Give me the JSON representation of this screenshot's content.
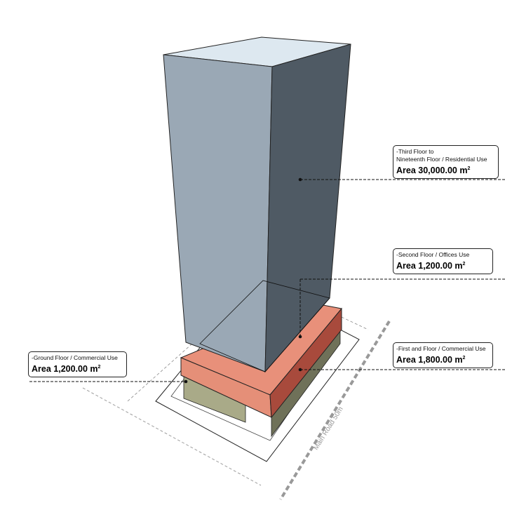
{
  "callouts": [
    {
      "id": "residential",
      "line1": "-Third Floor to",
      "line2": "Nineteenth Floor / Residential Use",
      "area_label": "Area 30,000.00 m",
      "unit_sup": "2"
    },
    {
      "id": "offices",
      "line1": "-Second Floor / Offices Use",
      "area_label": "Area 1,200.00 m",
      "unit_sup": "2"
    },
    {
      "id": "first-floor",
      "line1": "-First and Floor / Commercial Use",
      "area_label": "Area 1,800.00 m",
      "unit_sup": "2"
    },
    {
      "id": "ground-floor",
      "line1": "-Ground Floor / Commercial Use",
      "area_label": "Area 1,200.00 m",
      "unit_sup": "2"
    }
  ],
  "roads": {
    "main": "Main Road 50m"
  },
  "colors": {
    "tower_top": "#dde8f0",
    "tower_left": "#9aa8b5",
    "tower_right": "#4f5a64",
    "podium_top": "#e8907a",
    "podium_front": "#e58f78",
    "podium_side": "#a84a3c",
    "ground": "#a9aa88",
    "road_dash": "#999999"
  }
}
